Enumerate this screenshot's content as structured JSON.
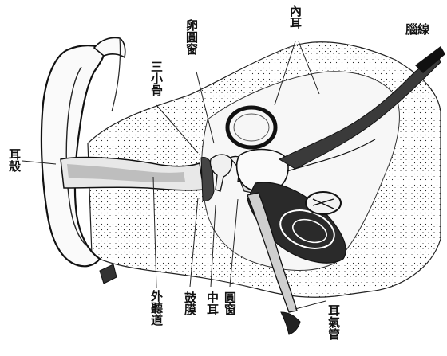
{
  "labels": {
    "ear_auricle": "耳殼",
    "three_ossicles": "三小骨",
    "oval_window": "卵圓窗",
    "inner_ear": "內耳",
    "auditory_nerve": "腦線",
    "external_canal": "外聽道",
    "eardrum": "鼓膜",
    "middle_ear": "中耳",
    "round_window": "圓窗",
    "eustachian_tube": "耳氣管"
  },
  "colors": {
    "ink": "#111111",
    "bone_fill": "#f2f2f2",
    "dark_fill": "#2a2a2a"
  }
}
